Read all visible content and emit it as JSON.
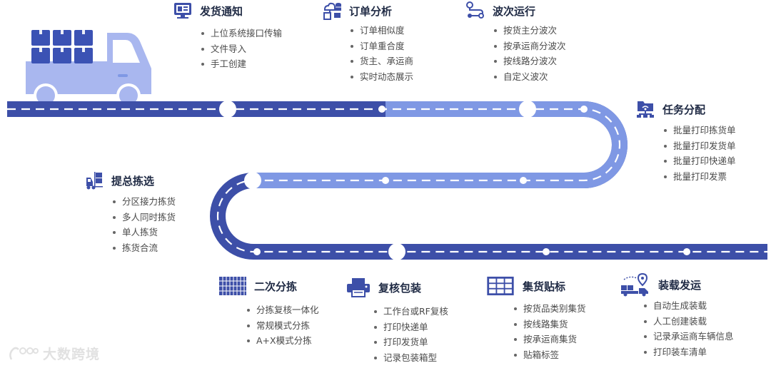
{
  "colors": {
    "dark_road": "#3d4fa8",
    "light_road": "#7f98e4",
    "truck_dark": "#3b52b4",
    "truck_light": "#a9b7ef",
    "icon": "#3d4fa8"
  },
  "steps": [
    {
      "id": "fahuo",
      "title": "发货通知",
      "icon": "monitor-icon",
      "items": [
        "上位系统接口传输",
        "文件导入",
        "手工创建"
      ]
    },
    {
      "id": "dingdan",
      "title": "订单分析",
      "icon": "cloud-database-icon",
      "items": [
        "订单相似度",
        "订单重合度",
        "货主、承运商",
        "实时动态展示"
      ]
    },
    {
      "id": "boci",
      "title": "波次运行",
      "icon": "route-pin-icon",
      "items": [
        "按货主分波次",
        "按承运商分波次",
        "按线路分波次",
        "自定义波次"
      ]
    },
    {
      "id": "renwu",
      "title": "任务分配",
      "icon": "network-folder-icon",
      "items": [
        "批量打印拣货单",
        "批量打印发货单",
        "批量打印快递单",
        "批量打印发票"
      ]
    },
    {
      "id": "tizong",
      "title": "提总拣选",
      "icon": "forklift-icon",
      "items": [
        "分区接力拣货",
        "多人同时拣货",
        "单人拣货",
        "拣货合流"
      ]
    },
    {
      "id": "erci",
      "title": "二次分拣",
      "icon": "sorting-shelf-icon",
      "items": [
        "分拣复核一体化",
        "常规模式分拣",
        "A+X模式分拣"
      ]
    },
    {
      "id": "fuhe",
      "title": "复核包装",
      "icon": "printer-icon",
      "items": [
        "工作台或RF复核",
        "打印快递单",
        "打印发货单",
        "记录包装箱型"
      ]
    },
    {
      "id": "jihuo",
      "title": "集货贴标",
      "icon": "storage-rack-icon",
      "items": [
        "按货品类别集货",
        "按线路集货",
        "按承运商集货",
        "贴箱标签"
      ]
    },
    {
      "id": "zhuangzai",
      "title": "装载发运",
      "icon": "delivery-truck-icon",
      "items": [
        "自动生成装载",
        "人工创建装载",
        "记录承运商车辆信息",
        "打印装车清单"
      ]
    }
  ],
  "watermark": {
    "text": "大数跨境"
  }
}
